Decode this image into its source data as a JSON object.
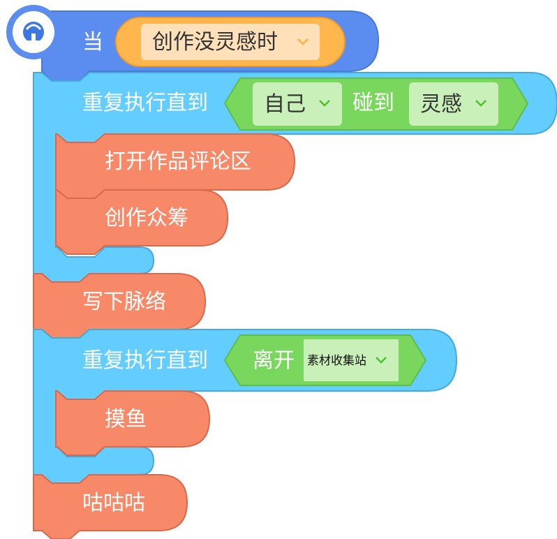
{
  "hat": {
    "prefix": "当",
    "event": "创作没灵感时",
    "icon": "satellite-dish-icon"
  },
  "loop1": {
    "label": "重复执行直到",
    "condition": {
      "sprite": "自己",
      "verb": "碰到",
      "target": "灵感"
    },
    "actions": [
      "打开作品评论区",
      "创作众筹"
    ]
  },
  "middle_action": "写下脉络",
  "loop2": {
    "label": "重复执行直到",
    "condition": {
      "verb": "离开",
      "target": "素材收集站"
    },
    "actions": [
      "摸鱼"
    ]
  },
  "final_action": "咕咕咕",
  "colors": {
    "event": "#5B8CEF",
    "control": "#63CDFF",
    "sensing": "#79D75E",
    "action": "#F78868",
    "dropdown_event": "#FFE0B8",
    "dropdown_sensing": "#C8F0B8",
    "chevron_event": "#FFB040",
    "chevron_sensing": "#4FC02A"
  }
}
